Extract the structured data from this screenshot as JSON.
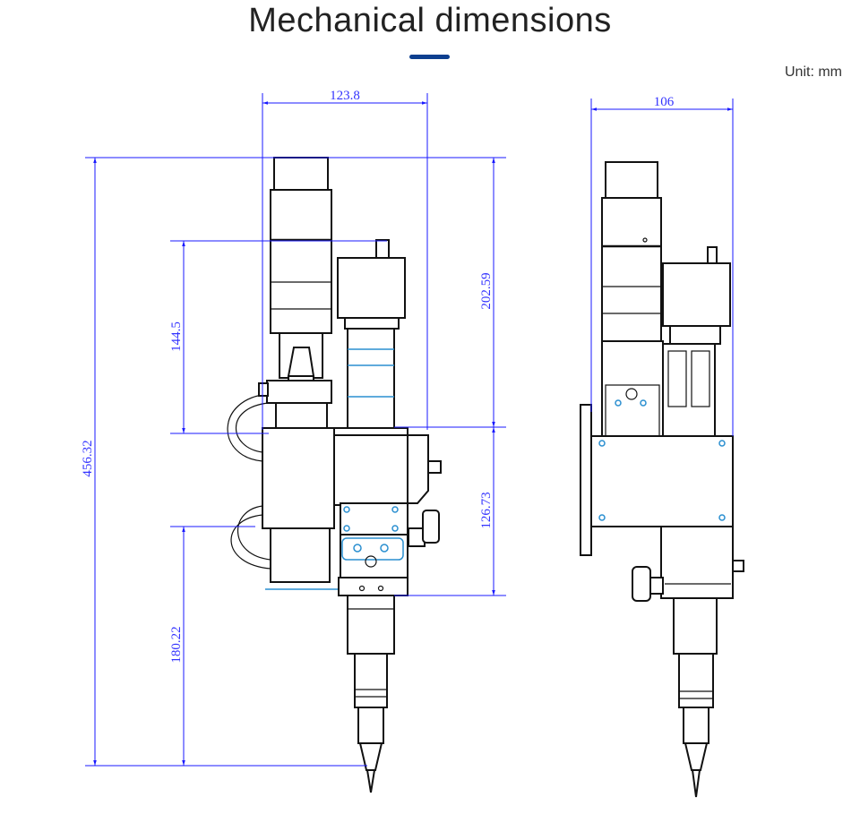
{
  "header": {
    "title": "Mechanical dimensions",
    "unit": "Unit: mm"
  },
  "colors": {
    "accent": "#0d3f8f",
    "dimension": "#1a1aff",
    "outline": "#111111",
    "detail": "#2a8fd0"
  },
  "front_view": {
    "width": "123.8",
    "total_height": "456.32",
    "upper_height": "144.5",
    "lower_height": "180.22",
    "right_upper_height": "202.59",
    "right_lower_height": "126.73"
  },
  "side_view": {
    "width": "106"
  }
}
